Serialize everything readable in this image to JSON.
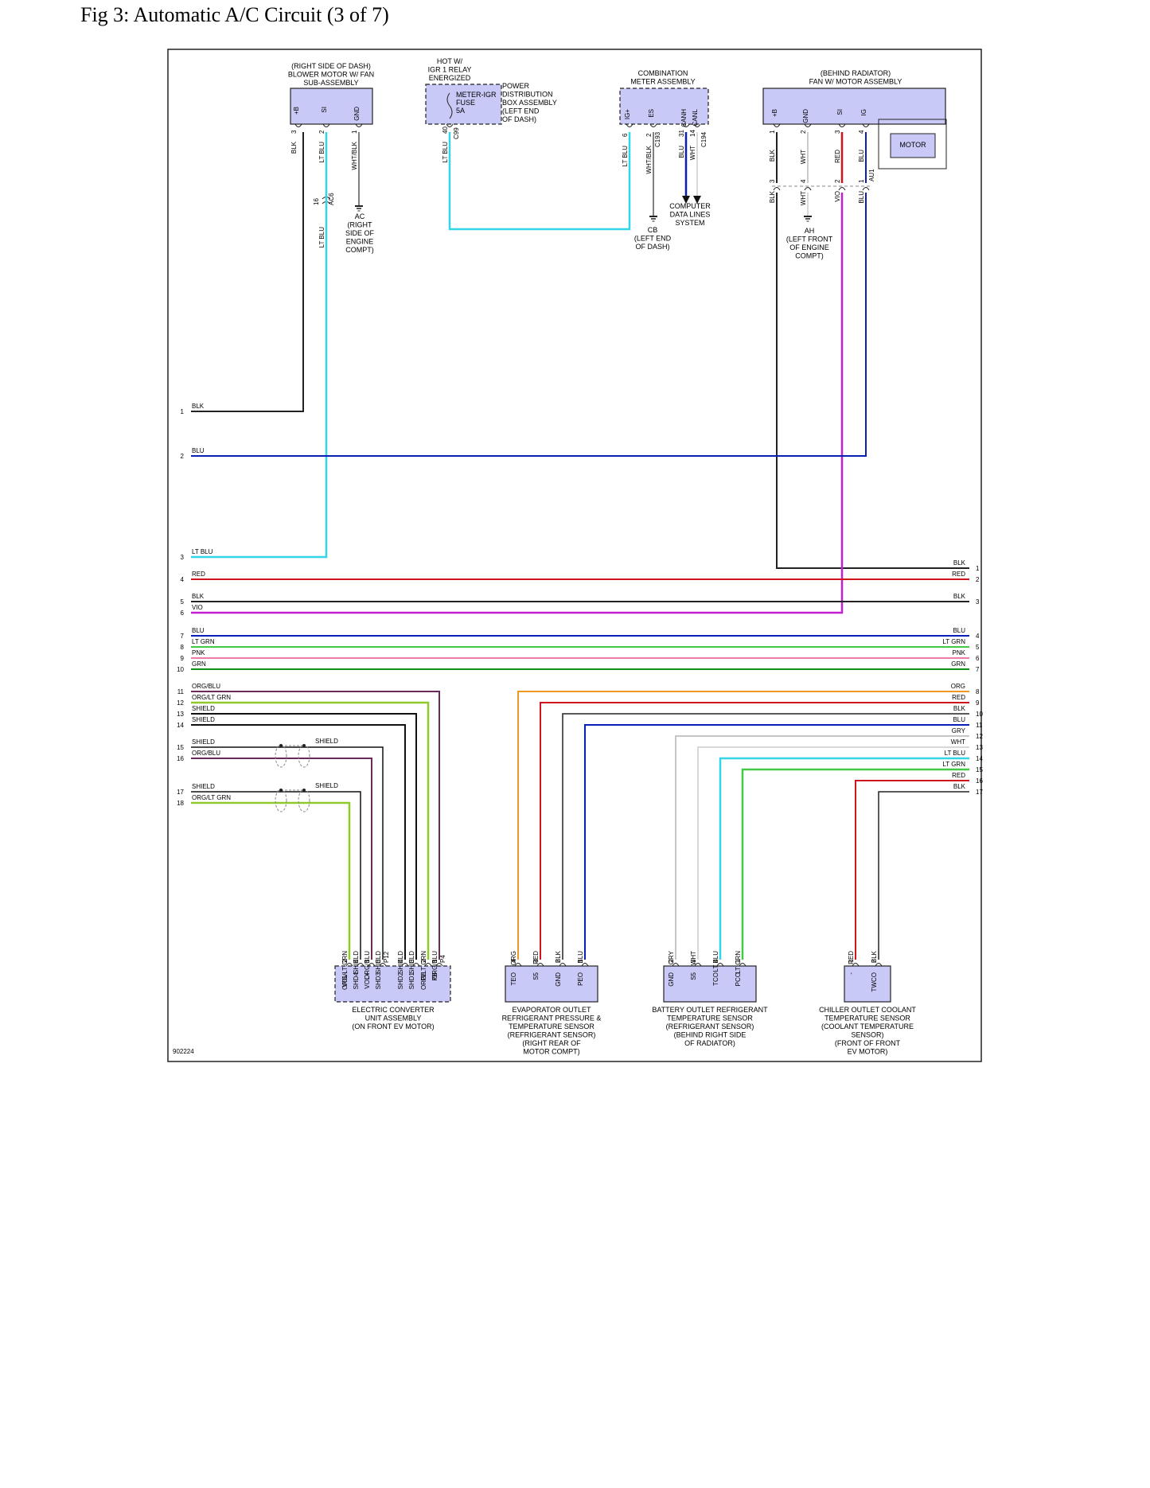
{
  "title": "Fig 3: Automatic A/C Circuit (3 of 7)",
  "diagram_id": "902224",
  "colors": {
    "BLK": "#222222",
    "BLU": "#0a1fb5",
    "LT BLU": "#33d6e6",
    "RED": "#d0141b",
    "VIO": "#c21fd1",
    "LT GRN": "#44c944",
    "PNK": "#f07aa8",
    "GRN": "#0f8f15",
    "ORG": "#ee9a22",
    "GRY": "#b3b3b3",
    "WHT": "#cccccc",
    "WHT/BLK": "#555555",
    "ORG/BLU": "#6a2a5a",
    "ORG/LT GRN": "#8fc92a",
    "SHIELD": "#111111",
    "component": "#c9c9f7"
  },
  "components": {
    "blower": {
      "caption": [
        "(RIGHT SIDE OF DASH)",
        "BLOWER MOTOR W/ FAN",
        "SUB-ASSEMBLY"
      ],
      "pins": [
        {
          "num": "3",
          "label": "+B",
          "wire": "BLK"
        },
        {
          "num": "2",
          "label": "SI",
          "wire": "LT BLU"
        },
        {
          "num": "1",
          "label": "GND",
          "wire": "WHT/BLK"
        }
      ]
    },
    "relay": {
      "caption": [
        "HOT W/",
        "IGR 1 RELAY",
        "ENERGIZED"
      ],
      "fuse": [
        "METER-IGR",
        "FUSE",
        "5A"
      ],
      "pdb": [
        "POWER",
        "DISTRIBUTION",
        "BOX ASSEMBLY",
        "(LEFT END",
        "OF DASH)"
      ],
      "pin": "40",
      "conn": "C99",
      "wire": "LT BLU"
    },
    "meter": {
      "caption": [
        "COMBINATION",
        "METER ASSEMBLY"
      ],
      "pins": [
        {
          "num": "6",
          "label": "IG+",
          "wire": "LT BLU"
        },
        {
          "num": "2",
          "label": "ES",
          "wire": "WHT/BLK"
        },
        {
          "num": "31",
          "label": "CANH",
          "wire": "BLU"
        },
        {
          "num": "14",
          "label": "CANL",
          "wire": "WHT"
        }
      ],
      "connectors": [
        "C193",
        "C194"
      ]
    },
    "fan": {
      "caption": [
        "(BEHIND RADIATOR)",
        "FAN W/ MOTOR ASSEMBLY"
      ],
      "motor": "MOTOR",
      "pins": [
        {
          "num": "1",
          "label": "+B",
          "wire": "BLK"
        },
        {
          "num": "2",
          "label": "GND",
          "wire": "WHT"
        },
        {
          "num": "3",
          "label": "SI",
          "wire": "RED"
        },
        {
          "num": "4",
          "label": "IG",
          "wire": "BLU"
        }
      ],
      "connector": "AU1",
      "lower": [
        {
          "num": "3",
          "wire": "BLK"
        },
        {
          "num": "4",
          "wire": "WHT"
        },
        {
          "num": "2",
          "wire": "VIO"
        },
        {
          "num": "1",
          "wire": "BLU"
        }
      ]
    },
    "ground_ac": {
      "pin": "16",
      "conn": "AC6",
      "wire": "LT BLU",
      "label": [
        "AC",
        "(RIGHT",
        "SIDE OF",
        "ENGINE",
        "COMPT)"
      ]
    },
    "ground_cb": [
      "CB",
      "(LEFT END",
      "OF DASH)"
    ],
    "ground_ah": [
      "AH",
      "(LEFT FRONT",
      "OF ENGINE",
      "COMPT)"
    ],
    "data_lines": [
      "COMPUTER",
      "DATA LINES",
      "SYSTEM"
    ],
    "converter": {
      "caption": [
        "ELECTRIC CONVERTER",
        "UNIT ASSEMBLY",
        "(ON FRONT EV MOTOR)"
      ],
      "conn_a": "P12",
      "conn_b": "P4",
      "pins": [
        {
          "label": "VOL-",
          "num": "2",
          "wire": "ORG/LT GRN"
        },
        {
          "label": "SHD4",
          "num": "4",
          "wire": "SHIELD"
        },
        {
          "label": "VOL+",
          "num": "1",
          "wire": "ORG/BLU"
        },
        {
          "label": "SHD3",
          "num": "3",
          "wire": "SHIELD"
        },
        {
          "label": "SHD2",
          "num": "4",
          "wire": "SHIELD"
        },
        {
          "label": "SHD1",
          "num": "3",
          "wire": "SHIELD"
        },
        {
          "label": "PE",
          "num": "2",
          "wire": "ORG/LT GRN"
        },
        {
          "label": "PB",
          "num": "1",
          "wire": "ORG/BLU"
        }
      ]
    },
    "evap": {
      "caption": [
        "EVAPORATOR OUTLET",
        "REFRIGERANT PRESSURE &",
        "TEMPERATURE SENSOR",
        "(REFRIGERANT SENSOR)",
        "(RIGHT REAR OF",
        "MOTOR COMPT)"
      ],
      "pins": [
        {
          "label": "TEO",
          "num": "4",
          "wire": "ORG"
        },
        {
          "label": "S5",
          "num": "3",
          "wire": "RED"
        },
        {
          "label": "GND",
          "num": "2",
          "wire": "BLK"
        },
        {
          "label": "PEO",
          "num": "1",
          "wire": "BLU"
        }
      ]
    },
    "battery": {
      "caption": [
        "BATTERY OUTLET REFRIGERANT",
        "TEMPERATURE SENSOR",
        "(REFRIGERANT SENSOR)",
        "(BEHIND RIGHT SIDE",
        "OF RADIATOR)"
      ],
      "pins": [
        {
          "label": "GND",
          "num": "2",
          "wire": "GRY"
        },
        {
          "label": "S5",
          "num": "3",
          "wire": "WHT"
        },
        {
          "label": "TCO",
          "num": "4",
          "wire": "LT BLU"
        },
        {
          "label": "PCO",
          "num": "1",
          "wire": "LT GRN"
        }
      ]
    },
    "chiller": {
      "caption": [
        "CHILLER OUTLET COOLANT",
        "TEMPERATURE SENSOR",
        "(COOLANT TEMPERATURE",
        "SENSOR)",
        "(FRONT OF FRONT",
        "EV MOTOR)"
      ],
      "pins": [
        {
          "label": "-",
          "num": "1",
          "wire": "RED"
        },
        {
          "label": "TWCO",
          "num": "2",
          "wire": "BLK"
        }
      ]
    }
  },
  "left_connector": [
    {
      "num": "1",
      "wire": "BLK"
    },
    {
      "num": "2",
      "wire": "BLU"
    },
    {
      "num": "3",
      "wire": "LT BLU"
    },
    {
      "num": "4",
      "wire": "RED"
    },
    {
      "num": "5",
      "wire": "BLK"
    },
    {
      "num": "6",
      "wire": "VIO"
    },
    {
      "num": "7",
      "wire": "BLU"
    },
    {
      "num": "8",
      "wire": "LT GRN"
    },
    {
      "num": "9",
      "wire": "PNK"
    },
    {
      "num": "10",
      "wire": "GRN"
    },
    {
      "num": "11",
      "wire": "ORG/BLU"
    },
    {
      "num": "12",
      "wire": "ORG/LT GRN"
    },
    {
      "num": "13",
      "wire": "SHIELD"
    },
    {
      "num": "14",
      "wire": "SHIELD"
    },
    {
      "num": "15",
      "wire": "SHIELD"
    },
    {
      "num": "16",
      "wire": "ORG/BLU"
    },
    {
      "num": "17",
      "wire": "SHIELD"
    },
    {
      "num": "18",
      "wire": "ORG/LT GRN"
    }
  ],
  "right_connector": [
    {
      "num": "1",
      "wire": "BLK"
    },
    {
      "num": "2",
      "wire": "RED"
    },
    {
      "num": "3",
      "wire": "BLK"
    },
    {
      "num": "4",
      "wire": "BLU"
    },
    {
      "num": "5",
      "wire": "LT GRN"
    },
    {
      "num": "6",
      "wire": "PNK"
    },
    {
      "num": "7",
      "wire": "GRN"
    },
    {
      "num": "8",
      "wire": "ORG"
    },
    {
      "num": "9",
      "wire": "RED"
    },
    {
      "num": "10",
      "wire": "BLK"
    },
    {
      "num": "11",
      "wire": "BLU"
    },
    {
      "num": "12",
      "wire": "GRY"
    },
    {
      "num": "13",
      "wire": "WHT"
    },
    {
      "num": "14",
      "wire": "LT BLU"
    },
    {
      "num": "15",
      "wire": "LT GRN"
    },
    {
      "num": "16",
      "wire": "RED"
    },
    {
      "num": "17",
      "wire": "BLK"
    }
  ],
  "shield_labels": [
    "SHIELD",
    "SHIELD"
  ]
}
